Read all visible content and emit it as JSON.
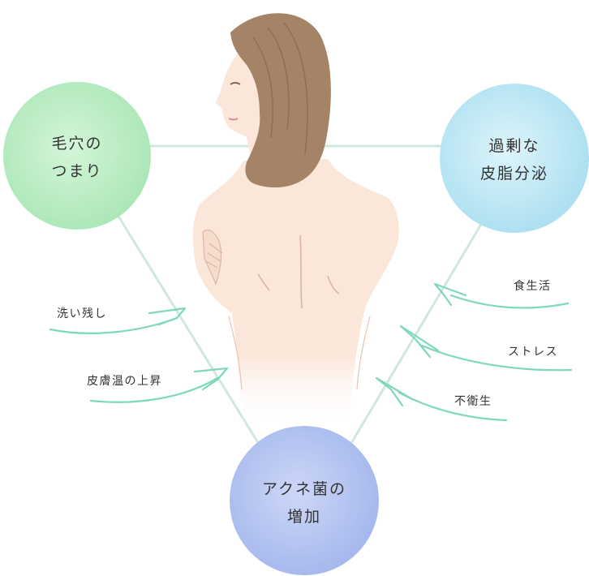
{
  "diagram": {
    "nodes": {
      "pores": {
        "line1": "毛穴の",
        "line2": "つまり",
        "color": "#bfeec6"
      },
      "sebum": {
        "line1": "過剰な",
        "line2": "皮脂分泌",
        "color": "#c4ecf6"
      },
      "acne": {
        "line1": "アクネ菌の",
        "line2": "増加",
        "color": "#b7c6f2"
      }
    },
    "factors_left": [
      "洗い残し",
      "皮膚温の上昇"
    ],
    "factors_right": [
      "食生活",
      "ストレス",
      "不衛生"
    ],
    "colors": {
      "connector": "#cfe8dc",
      "arrow": "#7fd8be",
      "text": "#333333",
      "skin": "#fbe6da",
      "hair": "#a58366"
    }
  }
}
